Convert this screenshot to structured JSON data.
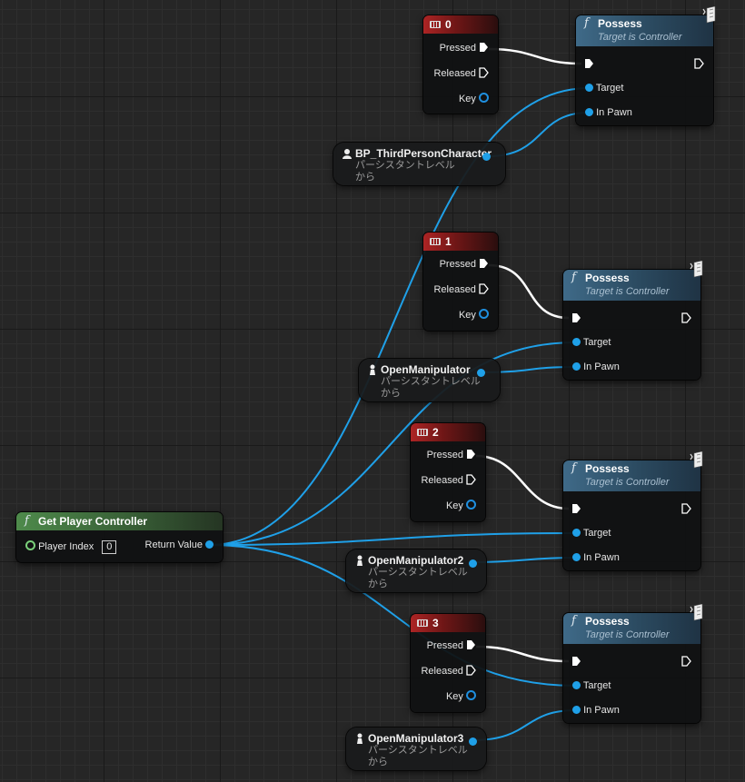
{
  "key_events": [
    {
      "key": "0",
      "pressed": "Pressed",
      "released": "Released",
      "key_pin": "Key"
    },
    {
      "key": "1",
      "pressed": "Pressed",
      "released": "Released",
      "key_pin": "Key"
    },
    {
      "key": "2",
      "pressed": "Pressed",
      "released": "Released",
      "key_pin": "Key"
    },
    {
      "key": "3",
      "pressed": "Pressed",
      "released": "Released",
      "key_pin": "Key"
    }
  ],
  "possess_nodes": [
    {
      "title": "Possess",
      "subtitle": "Target is Controller",
      "target": "Target",
      "in_pawn": "In Pawn"
    },
    {
      "title": "Possess",
      "subtitle": "Target is Controller",
      "target": "Target",
      "in_pawn": "In Pawn"
    },
    {
      "title": "Possess",
      "subtitle": "Target is Controller",
      "target": "Target",
      "in_pawn": "In Pawn"
    },
    {
      "title": "Possess",
      "subtitle": "Target is Controller",
      "target": "Target",
      "in_pawn": "In Pawn"
    }
  ],
  "actor_refs": [
    {
      "name": "BP_ThirdPersonCharacter",
      "subtitle": "パーシスタントレベルから"
    },
    {
      "name": "OpenManipulator",
      "subtitle": "パーシスタントレベルから"
    },
    {
      "name": "OpenManipulator2",
      "subtitle": "パーシスタントレベルから"
    },
    {
      "name": "OpenManipulator3",
      "subtitle": "パーシスタントレベルから"
    }
  ],
  "get_player_controller": {
    "title": "Get Player Controller",
    "player_index_label": "Player Index",
    "player_index_value": "0",
    "return_label": "Return Value"
  },
  "colors": {
    "object_wire": "#1fa0e8",
    "exec_wire": "#ffffff",
    "key_header": "#ad2424",
    "function_header": "#3f6a88",
    "pure_function_header": "#4e8a4b"
  },
  "icons": [
    "keyboard-icon",
    "function-icon",
    "network-cube-icon",
    "pawn-icon",
    "character-icon",
    "exec-pin-icon",
    "data-pin-icon"
  ]
}
